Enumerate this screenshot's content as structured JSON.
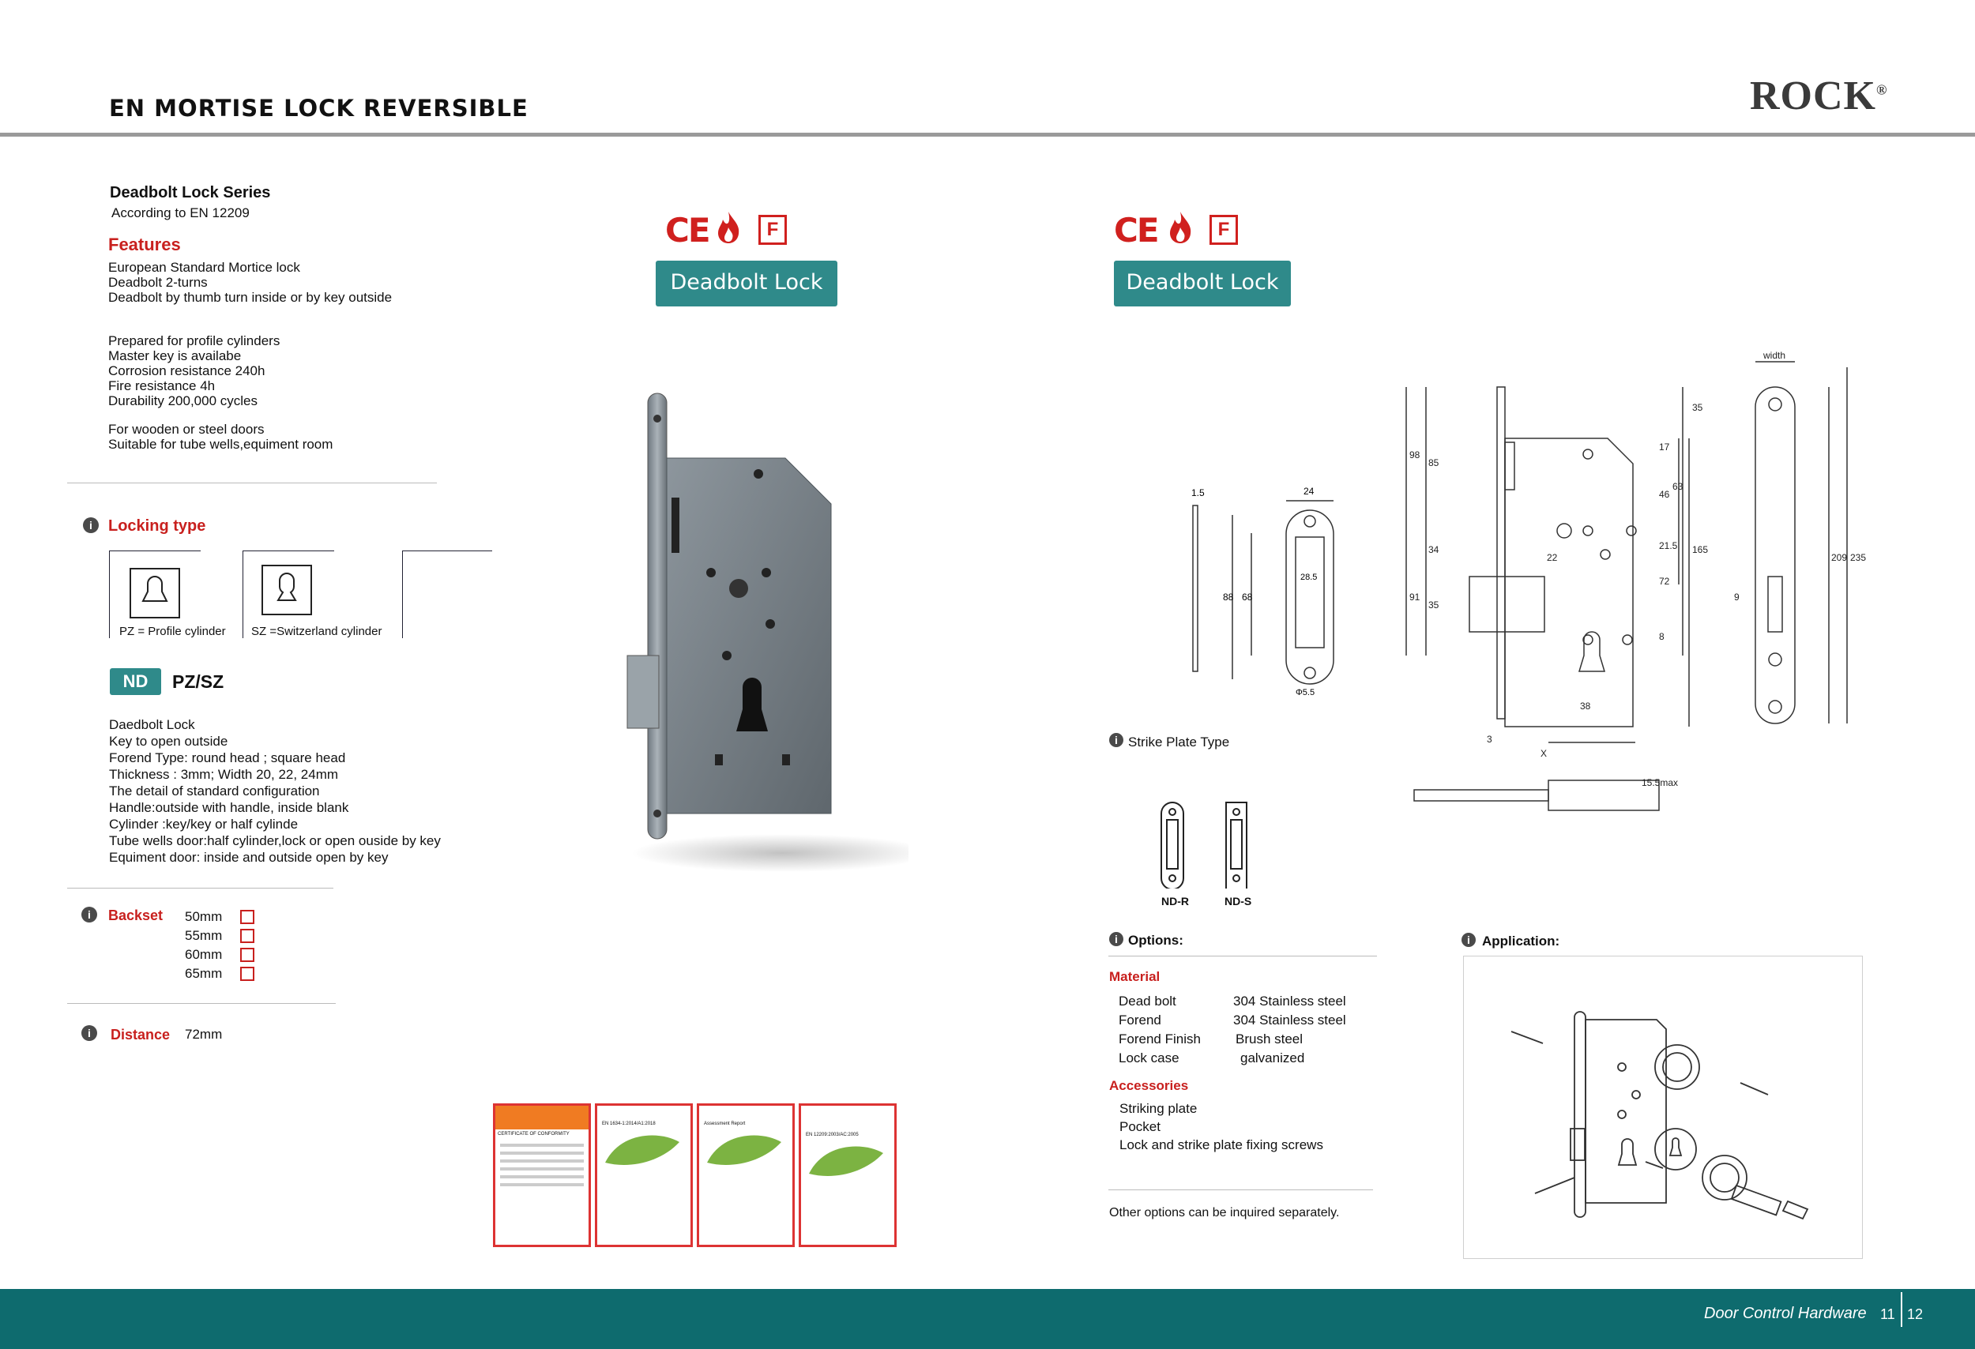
{
  "header": {
    "title": "EN MORTISE LOCK  REVERSIBLE",
    "brand": "ROCK",
    "brand_mark": "®"
  },
  "left": {
    "series_title": "Deadbolt  Lock  Series",
    "series_sub": "According to EN 12209",
    "features_title": "Features",
    "features_a": [
      "European Standard Mortice lock",
      "Deadbolt 2-turns",
      "Deadbolt by thumb turn inside or by key outside"
    ],
    "features_b": [
      "Prepared for profile cylinders",
      "Master key is availabe",
      "Corrosion resistance 240h",
      "Fire resistance 4h",
      "Durability 200,000 cycles"
    ],
    "features_c": [
      "For wooden or steel doors",
      "Suitable for tube wells,equiment room"
    ],
    "locking_type_title": "Locking type",
    "pz_label": "PZ = Profile cylinder",
    "sz_label": "SZ =Switzerland cylinder",
    "nd_badge": "ND",
    "nd_text": "PZ/SZ",
    "details": [
      "Daedbolt Lock",
      "Key to open outside",
      "Forend Type:    round head ; square head",
      "Thickness :      3mm; Width  20, 22, 24mm",
      "The detail of standard configuration",
      "Handle:outside with handle, inside blank",
      "Cylinder :key/key or half cylinde",
      "Tube wells door:half cylinder,lock or open ouside by key",
      "Equiment door: inside and outside open by key"
    ],
    "backset_title": "Backset",
    "backset_values": [
      "50mm",
      "55mm",
      "60mm",
      "65mm"
    ],
    "distance_title": "Distance",
    "distance_value": "72mm"
  },
  "center": {
    "badge": "Deadbolt Lock",
    "ce": "CE",
    "f_mark": "F"
  },
  "right": {
    "badge": "Deadbolt Lock",
    "ce": "CE",
    "f_mark": "F",
    "strike_title": "Strike Plate Type",
    "strike_labels": [
      "ND-R",
      "ND-S"
    ],
    "options_title": "Options:",
    "material_title": "Material",
    "materials": [
      [
        "Dead bolt",
        "304 Stainless steel"
      ],
      [
        "Forend",
        "304 Stainless steel"
      ],
      [
        "Forend Finish",
        "Brush steel"
      ],
      [
        "Lock case",
        "galvanized"
      ]
    ],
    "accessories_title": "Accessories",
    "accessories": [
      "Striking plate",
      "Pocket",
      "Lock and strike plate fixing screws"
    ],
    "other_note": "Other options can be inquired separately.",
    "application_title": "Application:",
    "dims_strike": [
      "1.5",
      "24",
      "88",
      "68",
      "28.5",
      "Φ5.5"
    ],
    "dims_lock": [
      "98",
      "85",
      "91",
      "35",
      "34",
      "35",
      "22",
      "17",
      "46",
      "63",
      "21.5",
      "72",
      "165",
      "8",
      "38",
      "3",
      "X",
      "15.5max",
      "width",
      "209",
      "235",
      "9"
    ]
  },
  "certs": [
    "CERTIFICATE OF CONFORMITY",
    "EN 1634-1:2014/A1:2018",
    "Assessment Report",
    "EN 12209:2003/AC:2005"
  ],
  "footer": {
    "text": "Door Control Hardware",
    "page_left": "11",
    "page_right": "12"
  },
  "colors": {
    "teal": "#2f8a8a",
    "footer": "#0e6b6e",
    "red": "#c8201e"
  }
}
